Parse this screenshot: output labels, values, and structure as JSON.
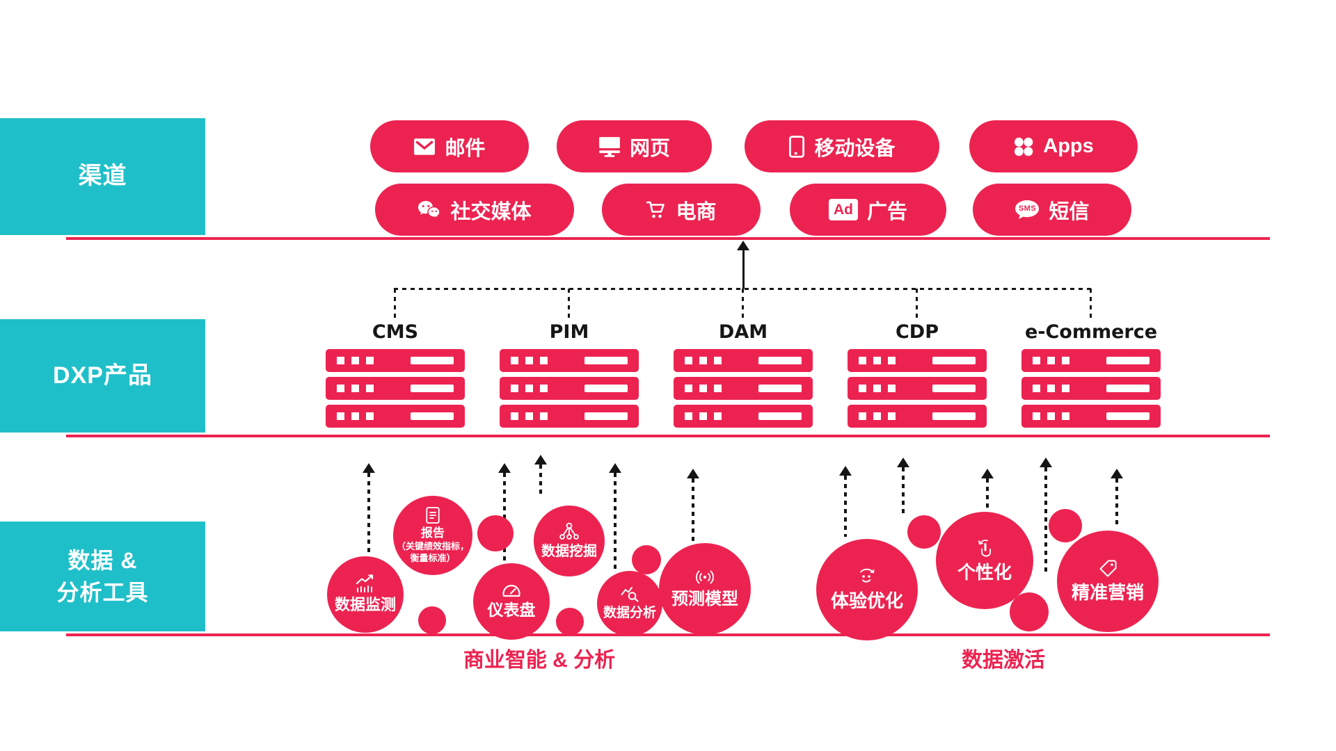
{
  "layers": {
    "channels": {
      "label": "渠道"
    },
    "products": {
      "label": "DXP产品"
    },
    "data_tools": {
      "label_line1": "数据 &",
      "label_line2": "分析工具"
    }
  },
  "channels": {
    "pills": [
      {
        "label": "邮件",
        "icon": "email-icon"
      },
      {
        "label": "网页",
        "icon": "web-icon"
      },
      {
        "label": "移动设备",
        "icon": "mobile-icon"
      },
      {
        "label": "Apps",
        "icon": "apps-icon"
      },
      {
        "label": "社交媒体",
        "icon": "wechat-icon"
      },
      {
        "label": "电商",
        "icon": "cart-icon"
      },
      {
        "label": "广告",
        "icon": "ad-icon",
        "icon_text": "Ad"
      },
      {
        "label": "短信",
        "icon": "sms-icon",
        "icon_text": "SMS"
      }
    ]
  },
  "products": {
    "items": [
      {
        "name": "CMS"
      },
      {
        "name": "PIM"
      },
      {
        "name": "DAM"
      },
      {
        "name": "CDP"
      },
      {
        "name": "e-Commerce"
      }
    ]
  },
  "tools": {
    "bi_circles": [
      {
        "label": "数据监测",
        "icon": "monitoring-chart-icon"
      },
      {
        "label": "报告",
        "sub1": "（关键绩效指标，",
        "sub2": "衡量标准）",
        "icon": "report-document-icon"
      },
      {
        "label": "仪表盘",
        "icon": "gauge-icon"
      },
      {
        "label": "数据挖掘",
        "icon": "data-mining-icon"
      },
      {
        "label": "数据分析",
        "icon": "search-chart-icon"
      },
      {
        "label": "预测模型",
        "icon": "signal-waves-icon"
      }
    ],
    "activation_circles": [
      {
        "label": "体验优化",
        "icon": "smiley-arrow-icon"
      },
      {
        "label": "个性化",
        "icon": "tap-hand-icon"
      },
      {
        "label": "精准营销",
        "icon": "price-tag-icon"
      }
    ],
    "bi_caption": "商业智能 & 分析",
    "activation_caption": "数据激活"
  },
  "colors": {
    "accent_red": "#EC2351",
    "teal": "#1FBFC9",
    "line_black": "#151515"
  }
}
